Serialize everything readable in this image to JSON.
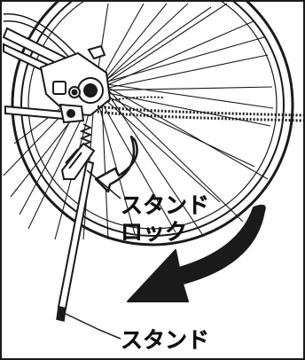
{
  "labels": {
    "stand_lock_line1": "スタンド",
    "stand_lock_line2": "ロック",
    "stand": "スタンド"
  },
  "colors": {
    "line": "#1a1a1a",
    "background": "#ffffff",
    "arrow_fill": "#1a1a1a"
  },
  "icons": {
    "small_arrow": "curved-arrow-icon",
    "big_arrow": "large-curved-arrow-icon"
  }
}
